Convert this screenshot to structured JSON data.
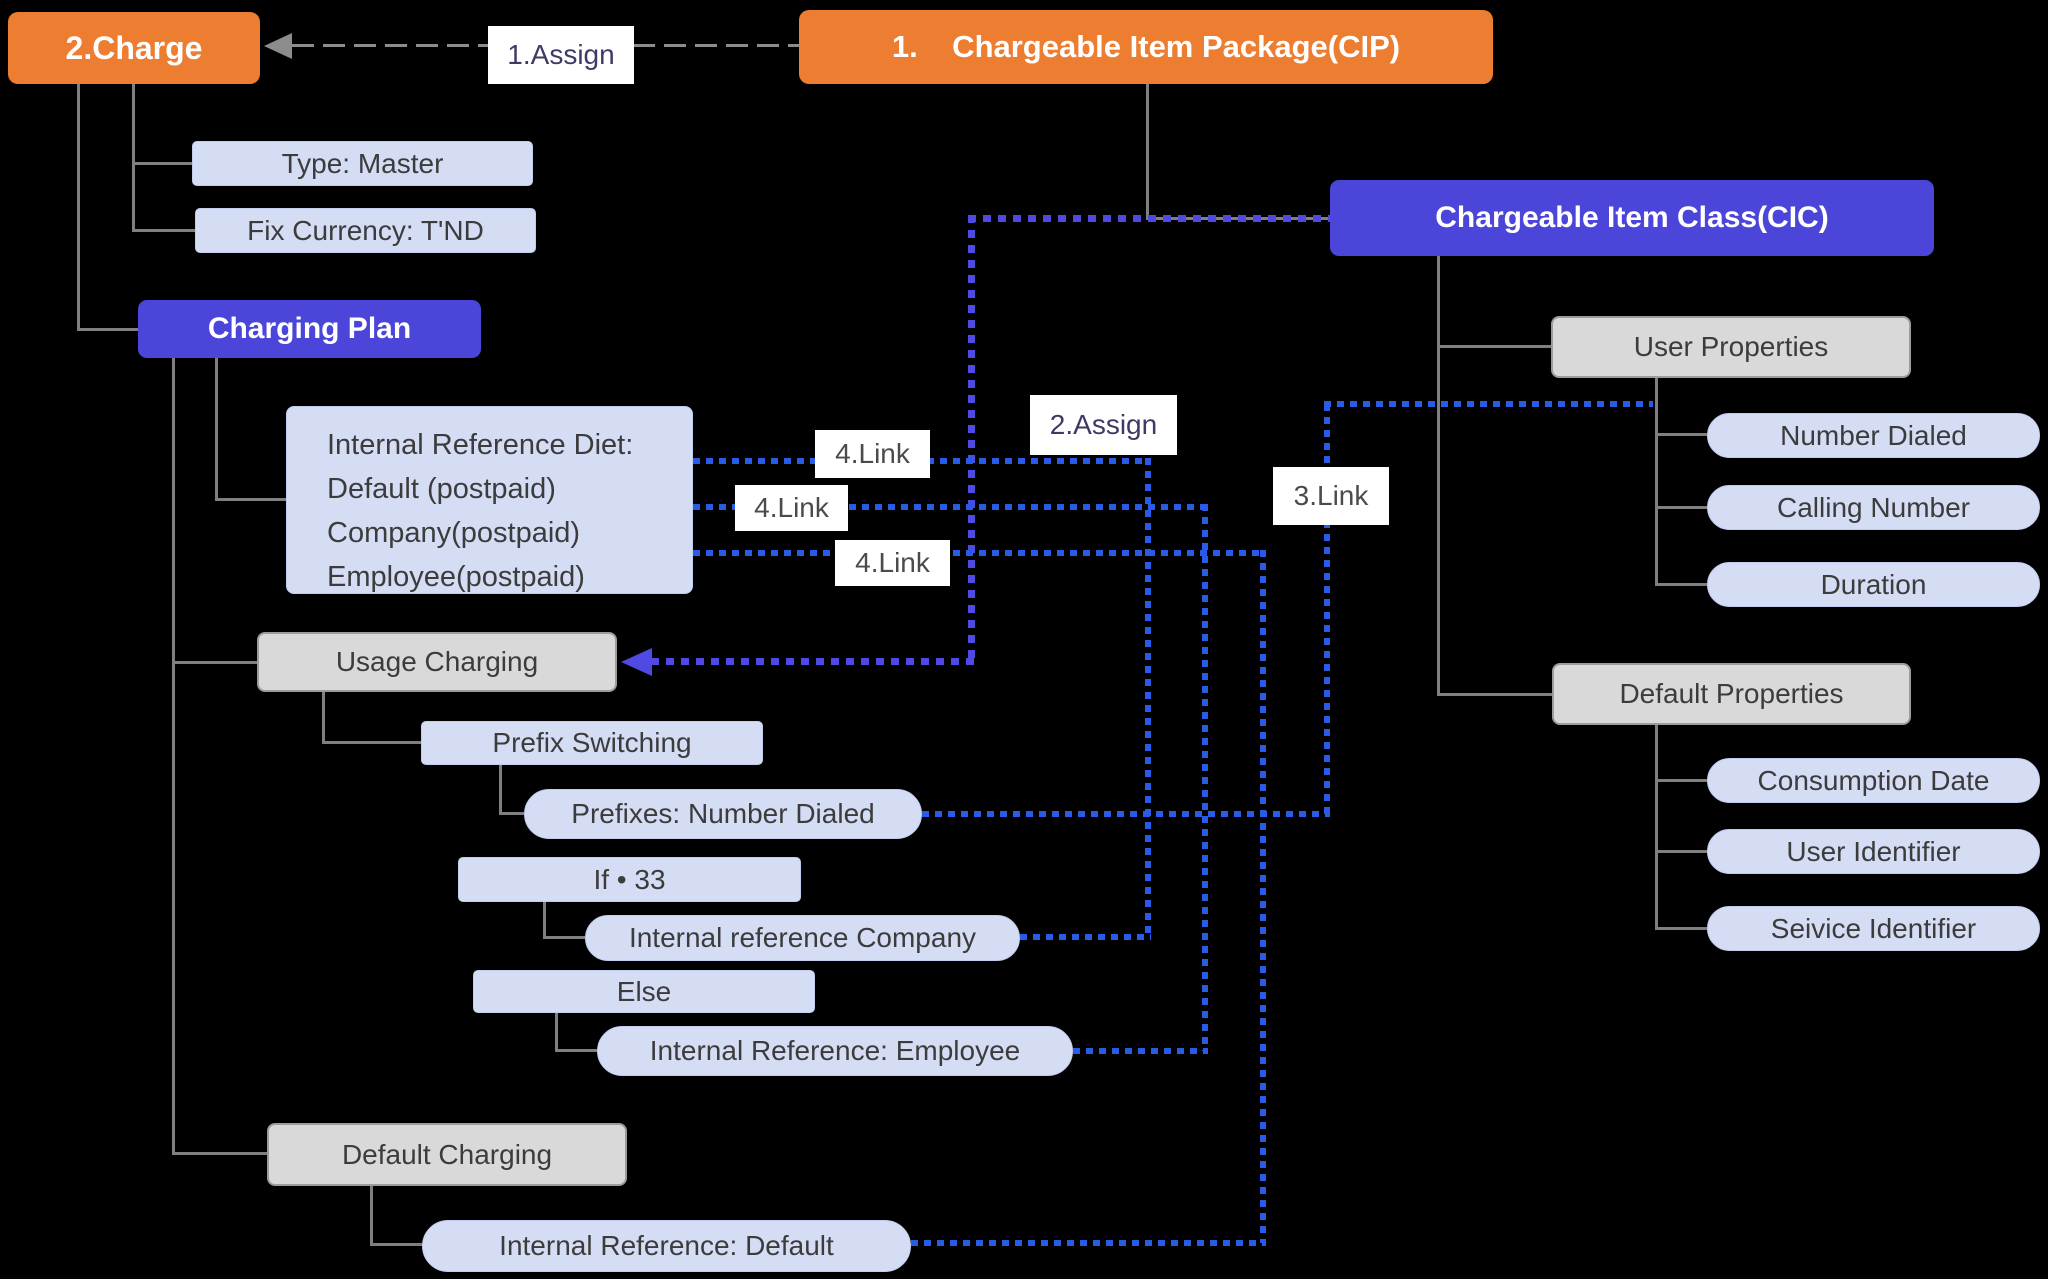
{
  "diagram_title": "Chargeable Item Package / Charging Plan assignment diagram",
  "colors": {
    "background": "#000000",
    "orange_header": "#ED7D31",
    "blue_header": "#4B46D9",
    "light_blue_node": "#D5DDF5",
    "gray_node": "#D9D9D9",
    "gray_connector": "#7F7F7F",
    "gray_dashed_edge": "#8C8C8C",
    "blue_link_edge": "#2A5AE8",
    "blue_assign_edge": "#4F4AE2",
    "node_text": "#3C3C3C",
    "header_text": "#FFFFFF",
    "assign_label_text": "#3E3A66",
    "link_label_text": "#4B4B4B"
  },
  "nodes": {
    "charge": {
      "label": "2.Charge"
    },
    "cip": {
      "label": "1.    Chargeable Item Package(CIP)"
    },
    "cic": {
      "label": "Chargeable Item Class(CIC)"
    },
    "type_master": {
      "label": "Type: Master"
    },
    "fix_currency": {
      "label": "Fix Currency: T'ND"
    },
    "charging_plan": {
      "label": "Charging Plan"
    },
    "internal_ref_diet": {
      "lines": [
        "Internal Reference Diet:",
        "Default (postpaid)",
        "Company(postpaid)",
        "Employee(postpaid)"
      ]
    },
    "usage_charging": {
      "label": "Usage Charging"
    },
    "prefix_switching": {
      "label": "Prefix Switching"
    },
    "prefixes_number_dialed": {
      "label": "Prefixes: Number Dialed"
    },
    "if_33": {
      "label": "If • 33"
    },
    "internal_reference_company": {
      "label": "Internal reference Company"
    },
    "else_branch": {
      "label": "Else"
    },
    "internal_reference_employee": {
      "label": "Internal Reference: Employee"
    },
    "default_charging": {
      "label": "Default Charging"
    },
    "internal_reference_default": {
      "label": "Internal Reference: Default"
    },
    "user_properties": {
      "label": "User Properties"
    },
    "number_dialed": {
      "label": "Number Dialed"
    },
    "calling_number": {
      "label": "Calling Number"
    },
    "duration": {
      "label": "Duration"
    },
    "default_properties": {
      "label": "Default Properties"
    },
    "consumption_date": {
      "label": "Consumption Date"
    },
    "user_identifier": {
      "label": "User Identifier"
    },
    "seivice_identifier": {
      "label": "Seivice Identifier"
    }
  },
  "edges": {
    "assign1": {
      "label": "1.Assign"
    },
    "assign2": {
      "label": "2.Assign"
    },
    "link3": {
      "label": "3.Link"
    },
    "link4a": {
      "label": "4.Link"
    },
    "link4b": {
      "label": "4.Link"
    },
    "link4c": {
      "label": "4.Link"
    }
  }
}
